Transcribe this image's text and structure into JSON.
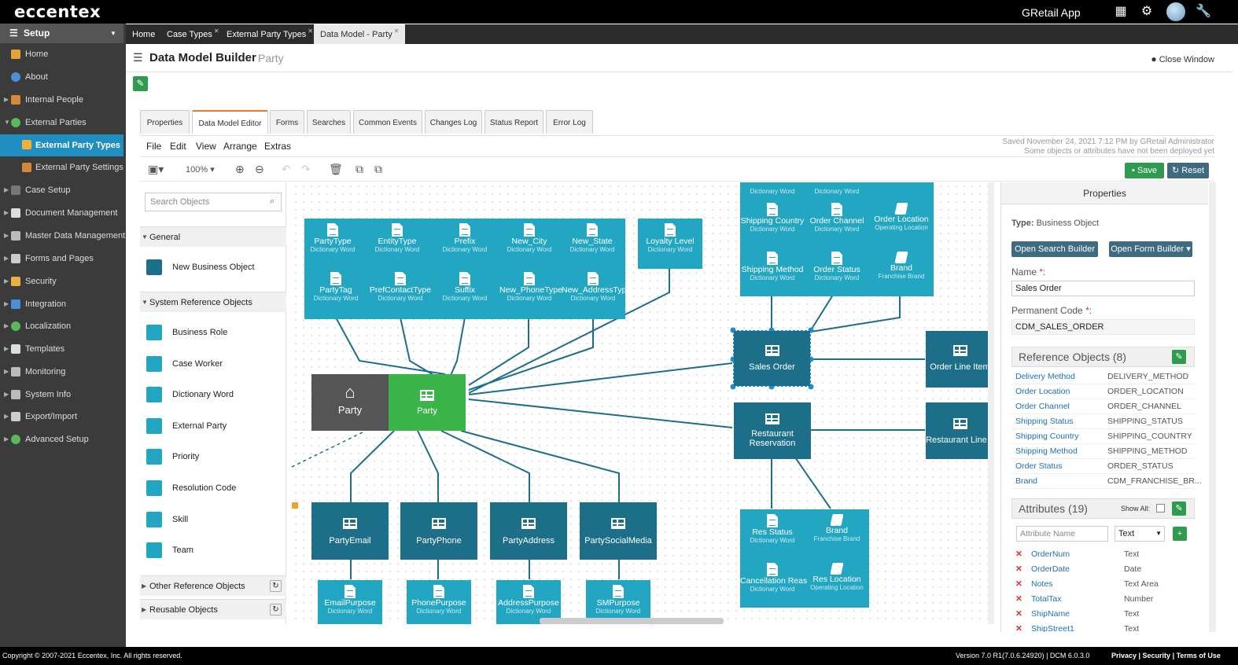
{
  "app": {
    "logo": "eccentex",
    "name": "GRetail App"
  },
  "sidebar": {
    "header": "Setup",
    "items": [
      {
        "label": "Home"
      },
      {
        "label": "About"
      },
      {
        "label": "Internal People"
      },
      {
        "label": "External Parties"
      },
      {
        "label": "External Party Types"
      },
      {
        "label": "External Party Settings"
      },
      {
        "label": "Case Setup"
      },
      {
        "label": "Document Management"
      },
      {
        "label": "Master Data Management"
      },
      {
        "label": "Forms and Pages"
      },
      {
        "label": "Security"
      },
      {
        "label": "Integration"
      },
      {
        "label": "Localization"
      },
      {
        "label": "Templates"
      },
      {
        "label": "Monitoring"
      },
      {
        "label": "System Info"
      },
      {
        "label": "Export/Import"
      },
      {
        "label": "Advanced Setup"
      }
    ]
  },
  "top_tabs": [
    {
      "label": "Home"
    },
    {
      "label": "Case Types"
    },
    {
      "label": "External Party Types"
    },
    {
      "label": "Data Model - Party"
    }
  ],
  "page": {
    "title": "Data Model Builder",
    "subtitle": "Party",
    "close": "Close Window"
  },
  "panel_tabs": [
    "Properties",
    "Data Model Editor",
    "Forms",
    "Searches",
    "Common Events",
    "Changes Log",
    "Status Report",
    "Error Log"
  ],
  "menu": [
    "File",
    "Edit",
    "View",
    "Arrange",
    "Extras"
  ],
  "saved": {
    "line1": "Saved November 24, 2021 7:12 PM by GRetail Administrator",
    "line2": "Some objects or attributes have not been deployed yet"
  },
  "toolbar": {
    "zoom": "100%",
    "save": "Save",
    "reset": "Reset"
  },
  "left_panel": {
    "search_placeholder": "Search Objects",
    "general": "General",
    "new_bo": "New Business Object",
    "sys_ref": "System Reference Objects",
    "sys_items": [
      "Business Role",
      "Case Worker",
      "Dictionary Word",
      "External Party",
      "Priority",
      "Resolution Code",
      "Skill",
      "Team"
    ],
    "other_ref": "Other Reference Objects",
    "reusable": "Reusable Objects"
  },
  "diagram": {
    "party_label": "Party",
    "party_table": "Party",
    "top_group_row1": [
      {
        "t": "PartyType",
        "s": "Dictionary Word"
      },
      {
        "t": "EntityType",
        "s": "Dictionary Word"
      },
      {
        "t": "Prefix",
        "s": "Dictionary Word"
      },
      {
        "t": "New_City",
        "s": "Dictionary Word"
      },
      {
        "t": "New_State",
        "s": "Dictionary Word"
      }
    ],
    "top_group_row2": [
      {
        "t": "PartyTag",
        "s": "Dictionary Word"
      },
      {
        "t": "PrefContactType",
        "s": "Dictionary Word"
      },
      {
        "t": "Suffix",
        "s": "Dictionary Word"
      },
      {
        "t": "New_PhoneType",
        "s": "Dictionary Word"
      },
      {
        "t": "New_AddressType",
        "s": "Dictionary Word"
      }
    ],
    "loyalty": {
      "t": "Loyalty Level",
      "s": "Dictionary Word"
    },
    "so_group": {
      "top_partial": [
        "Dictionary Word",
        "Dictionary Word"
      ],
      "row1": [
        {
          "t": "Shipping Country",
          "s": "Dictionary Word"
        },
        {
          "t": "Order Channel",
          "s": "Dictionary Word"
        },
        {
          "t": "Order Location",
          "s": "Operating Location"
        }
      ],
      "row2": [
        {
          "t": "Shipping Method",
          "s": "Dictionary Word"
        },
        {
          "t": "Order Status",
          "s": "Dictionary Word"
        },
        {
          "t": "Brand",
          "s": "Franchise Brand"
        }
      ]
    },
    "sales_order": "Sales Order",
    "order_line": "Order Line Item",
    "restaurant_res": "Restaurant Reservation",
    "restaurant_line": "Restaurant Line It",
    "children": [
      "PartyEmail",
      "PartyPhone",
      "PartyAddress",
      "PartySocialMedia"
    ],
    "purposes": [
      {
        "t": "EmailPurpose",
        "s": "Dictionary Word"
      },
      {
        "t": "PhonePurpose",
        "s": "Dictionary Word"
      },
      {
        "t": "AddressPurpose",
        "s": "Dictionary Word"
      },
      {
        "t": "SMPurpose",
        "s": "Dictionary Word"
      }
    ],
    "res_group": [
      {
        "t": "Res Status",
        "s": "Dictionary Word"
      },
      {
        "t": "Brand",
        "s": "Franchise Brand"
      },
      {
        "t": "Cancellation Reas",
        "s": "Dictionary Word"
      },
      {
        "t": "Res Location",
        "s": "Operating Location"
      }
    ]
  },
  "properties": {
    "header": "Properties",
    "type_label": "Type:",
    "type_value": "Business Object",
    "open_search": "Open Search Builder",
    "open_form": "Open Form Builder",
    "name_label": "Name",
    "name_value": "Sales Order",
    "code_label": "Permanent Code",
    "code_value": "CDM_SALES_ORDER",
    "ref_title": "Reference Objects (8)",
    "refs": [
      {
        "k": "Delivery Method",
        "v": "DELIVERY_METHOD"
      },
      {
        "k": "Order Location",
        "v": "ORDER_LOCATION"
      },
      {
        "k": "Order Channel",
        "v": "ORDER_CHANNEL"
      },
      {
        "k": "Shipping Status",
        "v": "SHIPPING_STATUS"
      },
      {
        "k": "Shipping Country",
        "v": "SHIPPING_COUNTRY"
      },
      {
        "k": "Shipping Method",
        "v": "SHIPPING_METHOD"
      },
      {
        "k": "Order Status",
        "v": "ORDER_STATUS"
      },
      {
        "k": "Brand",
        "v": "CDM_FRANCHISE_BR..."
      }
    ],
    "attr_title": "Attributes (19)",
    "show_all": "Show All:",
    "attr_placeholder": "Attribute Name",
    "attr_type": "Text",
    "attrs": [
      {
        "k": "OrderNum",
        "v": "Text"
      },
      {
        "k": "OrderDate",
        "v": "Date"
      },
      {
        "k": "Notes",
        "v": "Text Area"
      },
      {
        "k": "TotalTax",
        "v": "Number"
      },
      {
        "k": "ShipName",
        "v": "Text"
      },
      {
        "k": "ShipStreet1",
        "v": "Text"
      }
    ]
  },
  "footer": {
    "copyright": "Copyright © 2007-2021 Eccentex, Inc. All rights reserved.",
    "version": "Version  7.0 R1(7.0.6.24920) | DCM 6.0.3.0",
    "links": "Privacy | Security | Terms of Use"
  },
  "colors": {
    "accent": "#1f8fc1",
    "entity_teal": "#22a6c2",
    "entity_dark": "#1d6e88",
    "party_green": "#3bb54a",
    "save_green": "#2e9b4e"
  }
}
